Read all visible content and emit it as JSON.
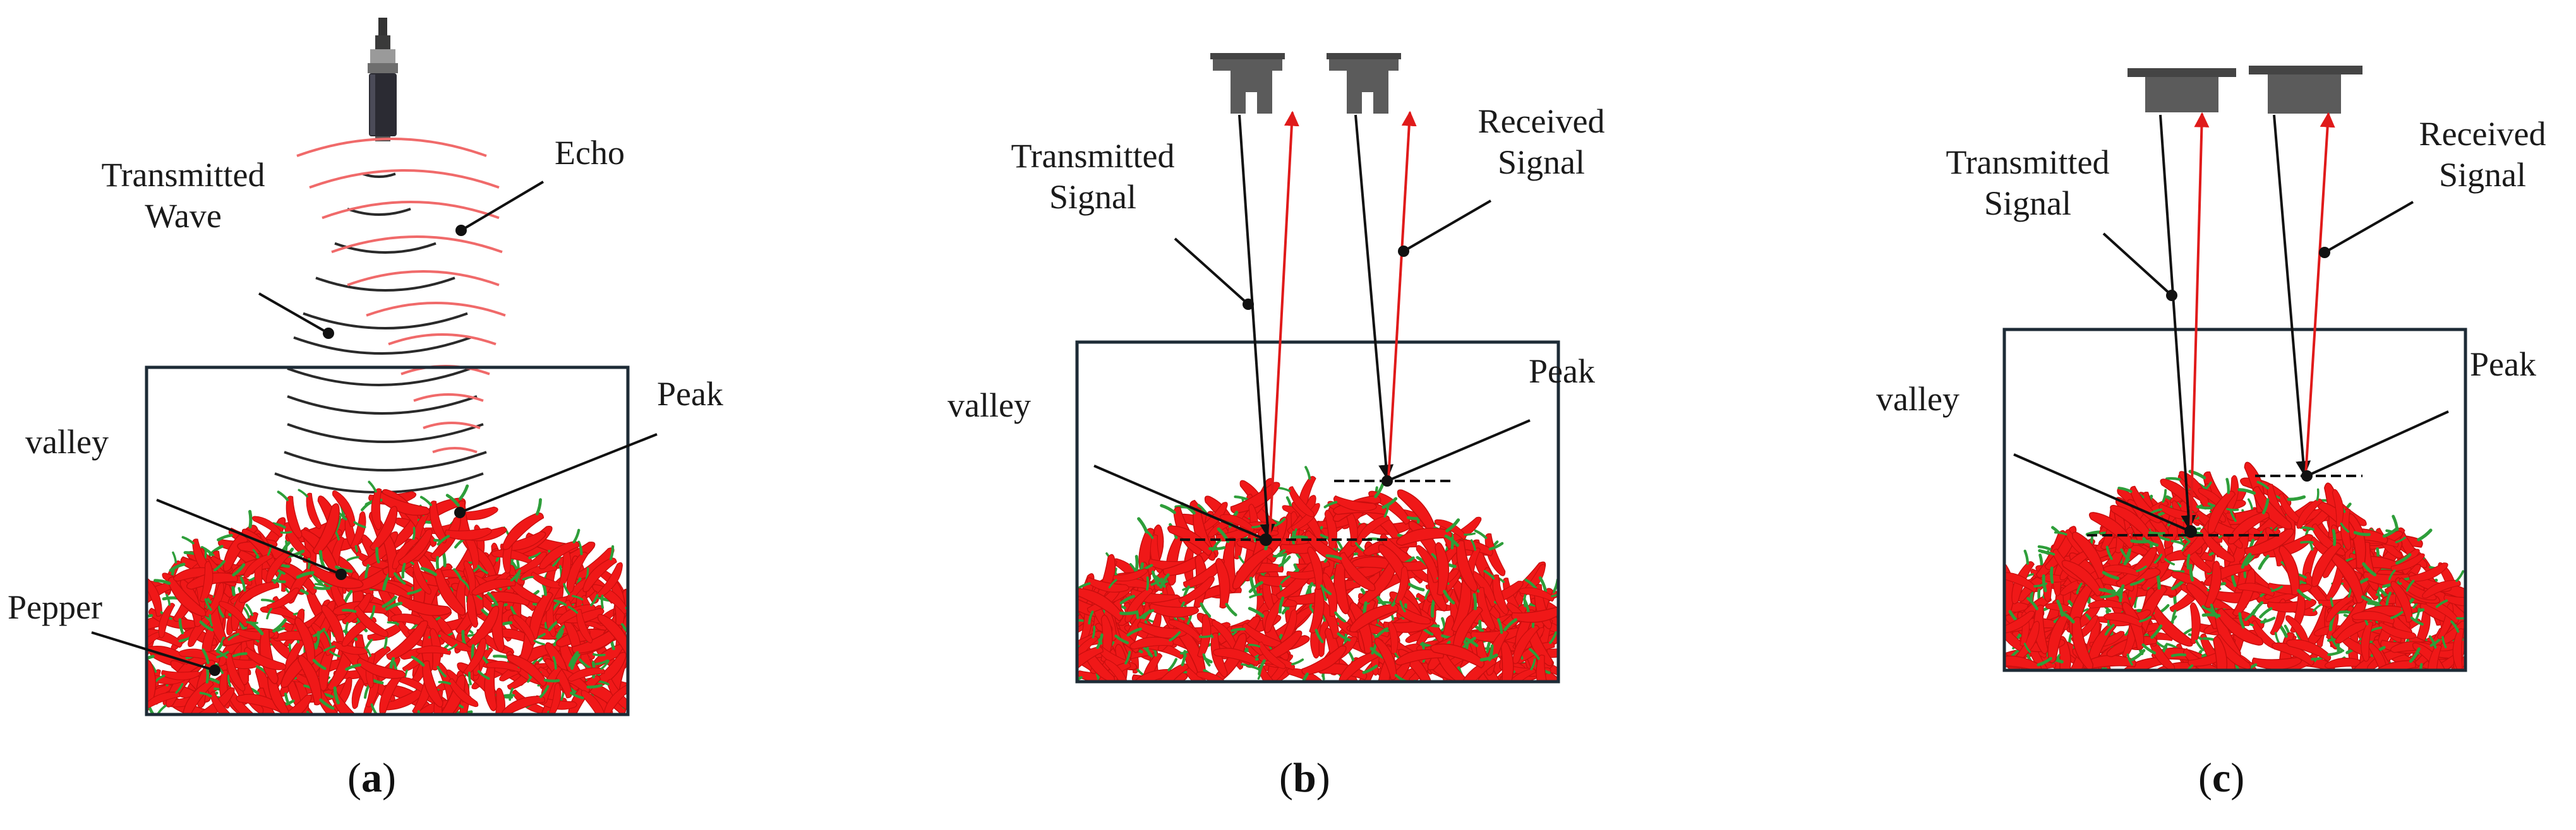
{
  "panels": [
    {
      "id": "a",
      "caption_open": "(",
      "caption_letter": "a",
      "caption_close": ")",
      "labels": {
        "transmitted": [
          "Transmitted",
          "Wave"
        ],
        "echo": "Echo",
        "peak": "Peak",
        "valley": "valley",
        "pepper": "Pepper"
      }
    },
    {
      "id": "b",
      "caption_open": "(",
      "caption_letter": "b",
      "caption_close": ")",
      "labels": {
        "transmitted": [
          "Transmitted",
          "Signal"
        ],
        "received": [
          "Received",
          "Signal"
        ],
        "peak": "Peak",
        "valley": "valley"
      }
    },
    {
      "id": "c",
      "caption_open": "(",
      "caption_letter": "c",
      "caption_close": ")",
      "labels": {
        "transmitted": [
          "Transmitted",
          "Signal"
        ],
        "received": [
          "Received",
          "Signal"
        ],
        "peak": "Peak",
        "valley": "valley"
      }
    }
  ],
  "colors": {
    "pepper": "#f01818",
    "pepper_stem": "#2e9e3a",
    "container": "#1d2b36",
    "echo": "#f06a6a",
    "wave": "#2a2a2a",
    "signal_tx": "#111111",
    "signal_rx": "#e01a1a",
    "sensor": "#5b5b5b"
  }
}
